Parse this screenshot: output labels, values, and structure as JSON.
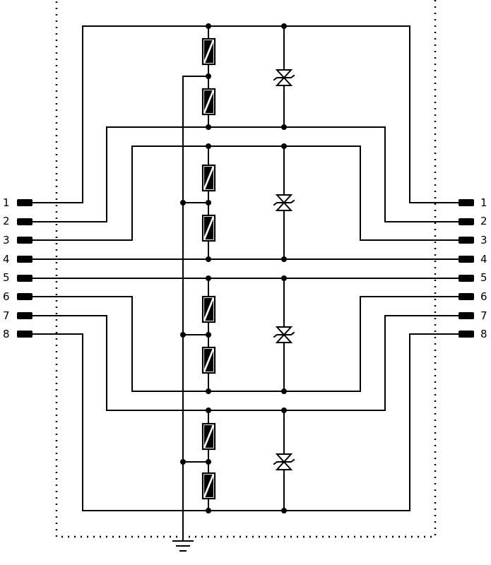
{
  "left_pins": [
    {
      "label": "1",
      "line": 1
    },
    {
      "label": "2",
      "line": 2
    },
    {
      "label": "3",
      "line": 3
    },
    {
      "label": "4",
      "line": 4
    },
    {
      "label": "5",
      "line": 5
    },
    {
      "label": "6",
      "line": 6
    },
    {
      "label": "7",
      "line": 7
    },
    {
      "label": "8",
      "line": 8
    }
  ],
  "right_pins": [
    {
      "label": "1",
      "line": 1
    },
    {
      "label": "2",
      "line": 2
    },
    {
      "label": "3",
      "line": 3
    },
    {
      "label": "4",
      "line": 4
    },
    {
      "label": "5",
      "line": 5
    },
    {
      "label": "6",
      "line": 6
    },
    {
      "label": "7",
      "line": 7
    },
    {
      "label": "8",
      "line": 8
    }
  ],
  "protection_stages": [
    {
      "top_line": 1,
      "bottom_line": 2,
      "components": [
        "gas-discharge-tube",
        "gas-discharge-tube",
        "bidirectional-tvs-diode"
      ]
    },
    {
      "top_line": 3,
      "bottom_line": 4,
      "components": [
        "gas-discharge-tube",
        "gas-discharge-tube",
        "bidirectional-tvs-diode"
      ]
    },
    {
      "top_line": 5,
      "bottom_line": 6,
      "components": [
        "gas-discharge-tube",
        "gas-discharge-tube",
        "bidirectional-tvs-diode"
      ]
    },
    {
      "top_line": 7,
      "bottom_line": 8,
      "components": [
        "gas-discharge-tube",
        "gas-discharge-tube",
        "bidirectional-tvs-diode"
      ]
    }
  ],
  "ground_symbol": "ground-icon",
  "enclosure": "dotted-boundary"
}
